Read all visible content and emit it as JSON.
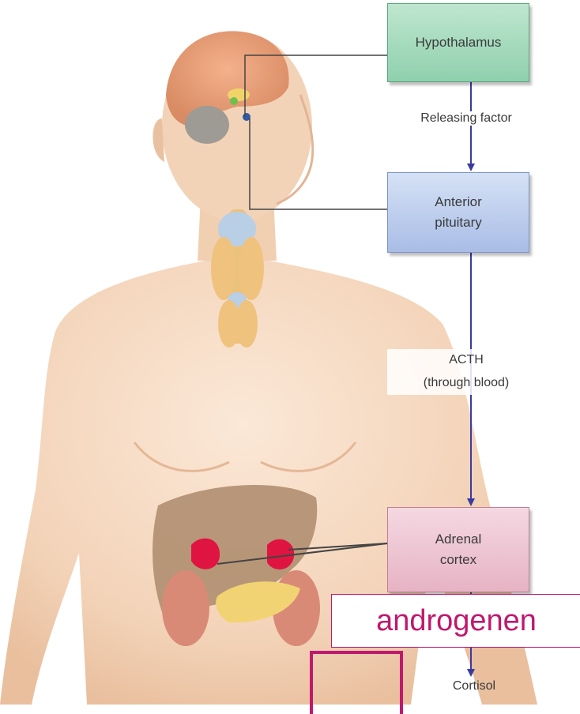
{
  "diagram": {
    "boxes": {
      "hypothalamus": "Hypothalamus",
      "anterior_pituitary": "Anterior\npituitary",
      "adrenal_cortex": "Adrenal\ncortex"
    },
    "labels": {
      "releasing_factor": "Releasing factor",
      "acth": "ACTH\n(through blood)",
      "cortisol": "Cortisol"
    },
    "annotation": {
      "androgen": "androgenen"
    },
    "colors": {
      "hypothalamus_box": "#9ad6b5",
      "pituitary_box": "#b6c7ea",
      "adrenal_box": "#ecc2d0",
      "arrow": "#3b3aa0",
      "annotation": "#c0186e",
      "skin": "#f6dcc4"
    }
  }
}
